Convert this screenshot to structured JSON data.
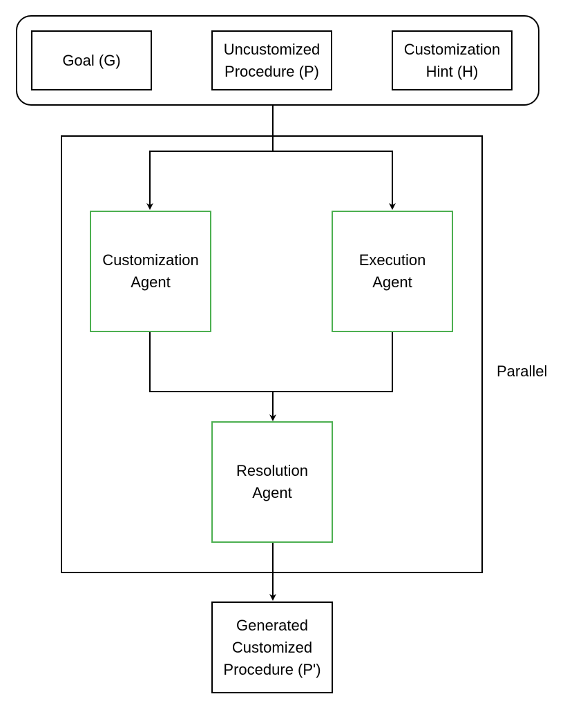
{
  "inputs": {
    "goal": {
      "lines": [
        "Goal (G)"
      ]
    },
    "procedure": {
      "lines": [
        "Uncustomized",
        "Procedure (P)"
      ]
    },
    "hint": {
      "lines": [
        "Customization",
        "Hint (H)"
      ]
    }
  },
  "agents": {
    "customization": {
      "lines": [
        "Customization",
        "Agent"
      ]
    },
    "execution": {
      "lines": [
        "Execution",
        "Agent"
      ]
    },
    "resolution": {
      "lines": [
        "Resolution",
        "Agent"
      ]
    }
  },
  "parallel_label": "Parallel",
  "output": {
    "lines": [
      "Generated",
      "Customized",
      "Procedure (P')"
    ]
  },
  "colors": {
    "agent_border": "#4caf50",
    "line": "#000000",
    "background": "#ffffff"
  }
}
